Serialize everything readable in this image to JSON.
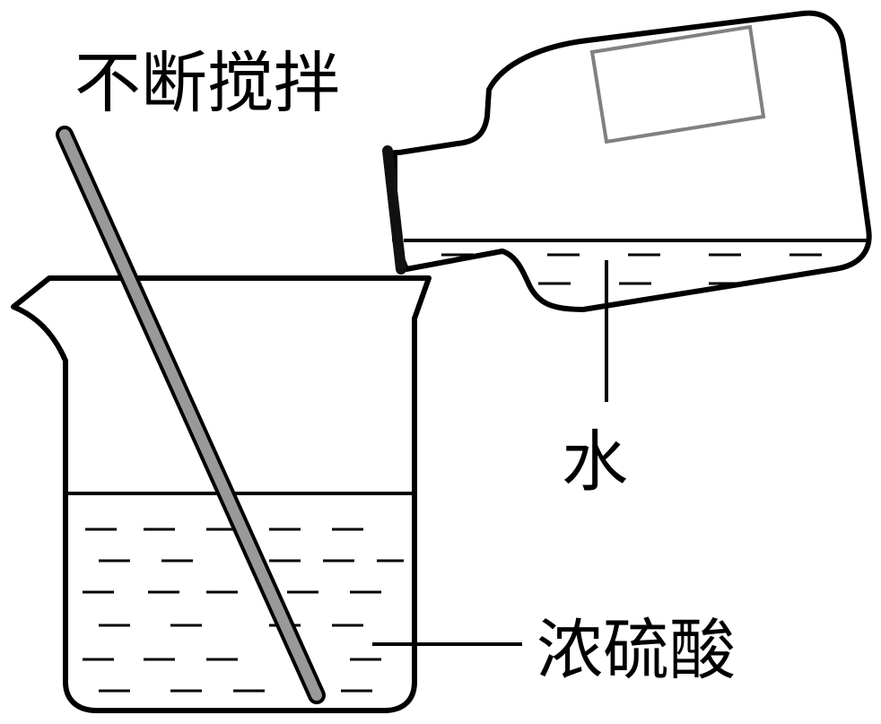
{
  "labels": {
    "stir": "不断搅拌",
    "water": "水",
    "acid": "浓硫酸"
  },
  "colors": {
    "outline": "#000000",
    "rod": "#999999",
    "bottle_label": "#808080",
    "bottle_mouth": "#111111",
    "background": "#ffffff"
  }
}
